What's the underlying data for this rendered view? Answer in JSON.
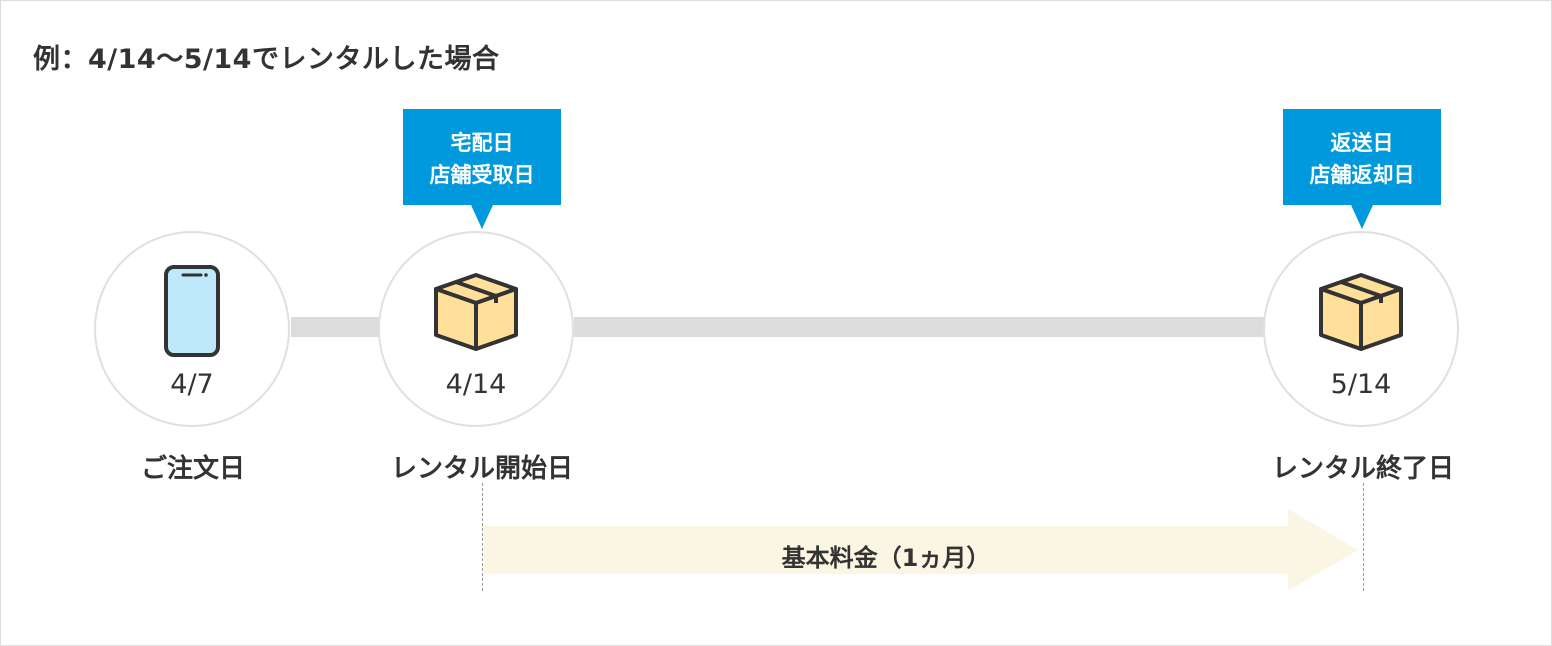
{
  "title": "例：4/14〜5/14でレンタルした場合",
  "steps": [
    {
      "date": "4/7",
      "label": "ご注文日",
      "icon": "smartphone-icon"
    },
    {
      "date": "4/14",
      "label": "レンタル開始日",
      "icon": "box-icon"
    },
    {
      "date": "5/14",
      "label": "レンタル終了日",
      "icon": "box-icon"
    }
  ],
  "callouts": {
    "start": {
      "line1": "宅配日",
      "line2": "店舗受取日"
    },
    "end": {
      "line1": "返送日",
      "line2": "店舗返却日"
    }
  },
  "fee": {
    "label": "基本料金（1ヵ月）"
  },
  "colors": {
    "accent": "#0099dd",
    "track": "#dcdcdc",
    "box_fill": "#ffdf9a",
    "phone_screen": "#bfe8fb",
    "fee_arrow": "#fbf6e3",
    "text": "#333333"
  }
}
